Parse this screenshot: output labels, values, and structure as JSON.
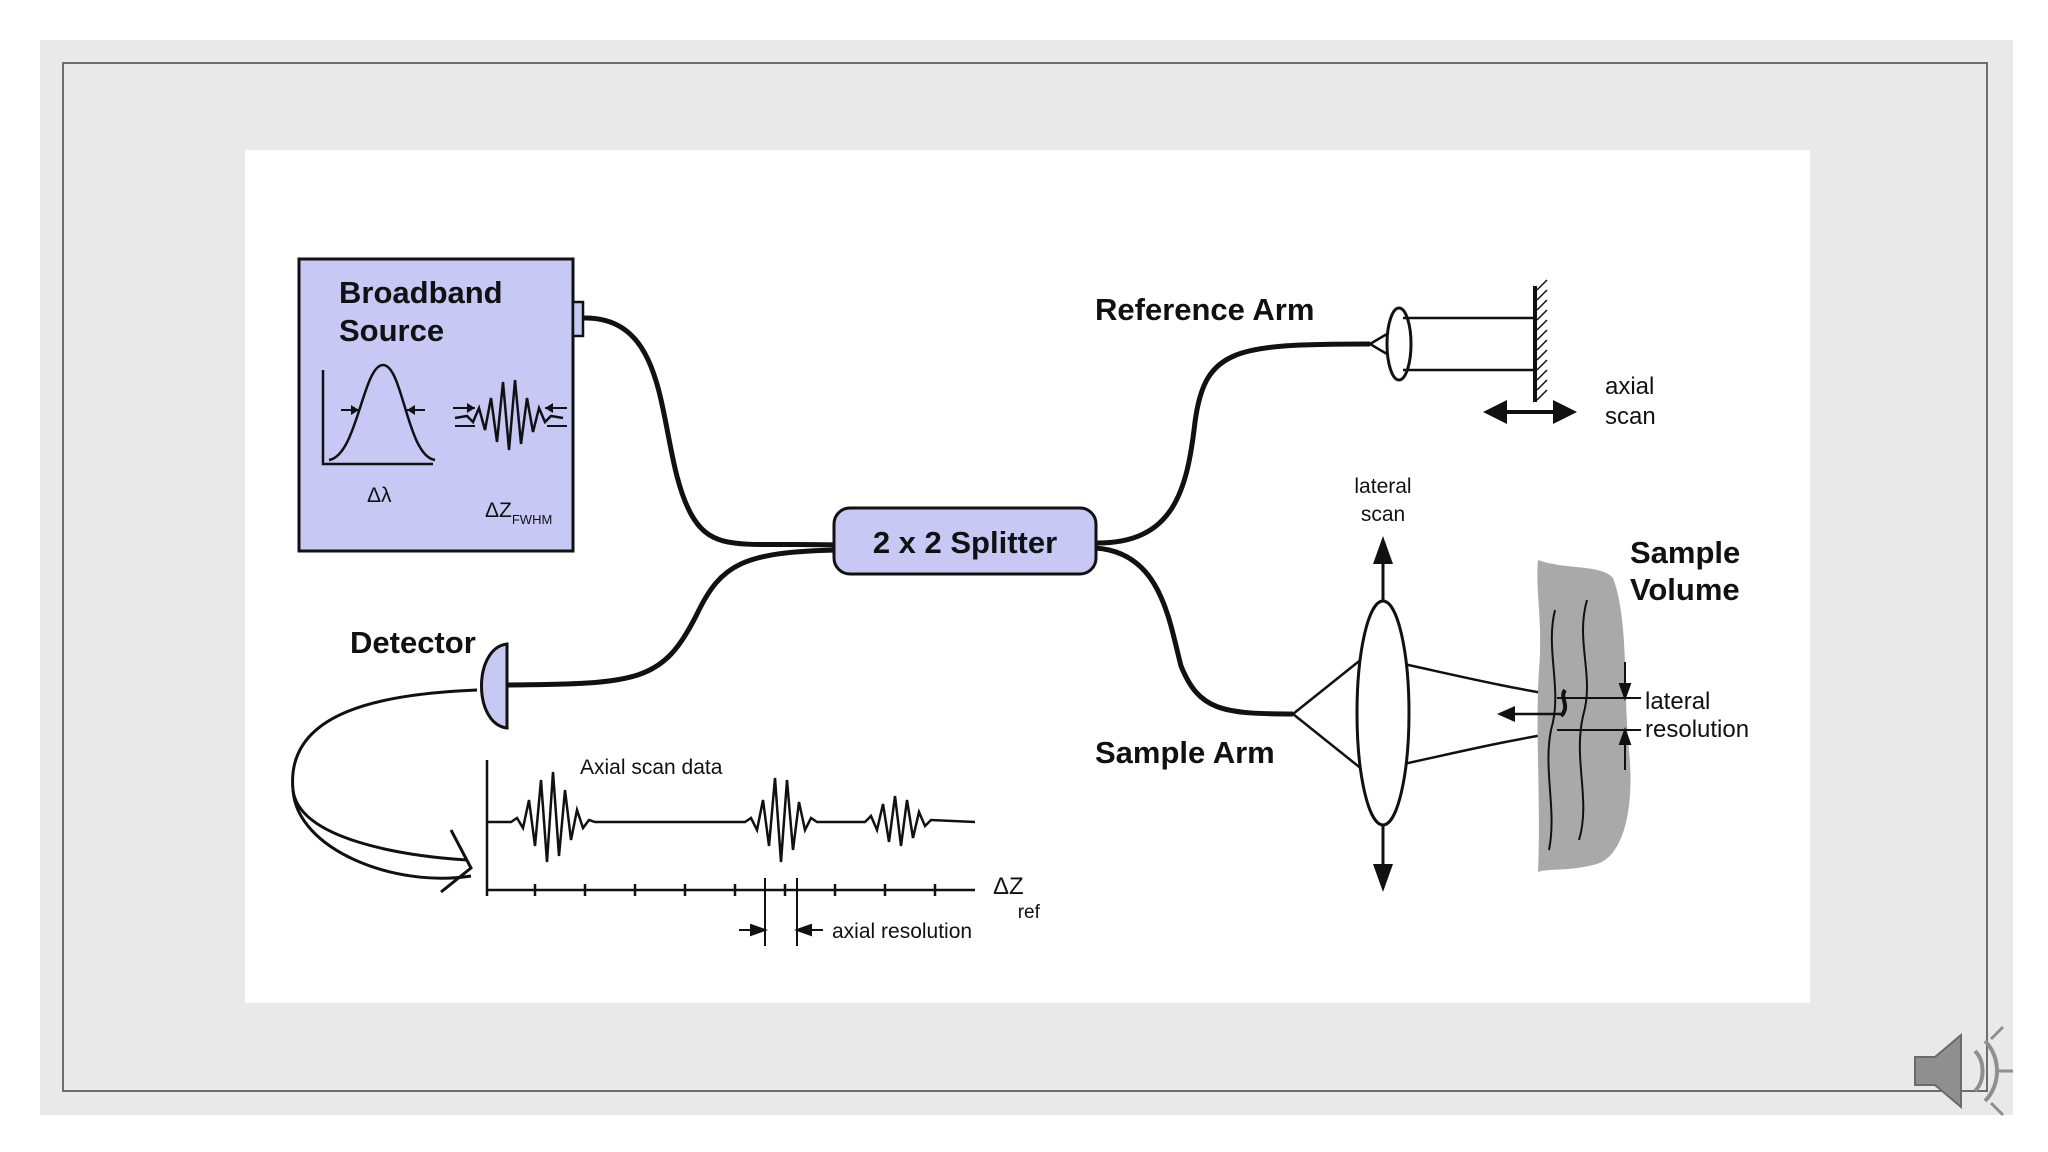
{
  "diagram": {
    "source_label_line1": "Broadband",
    "source_label_line2": "Source",
    "delta_lambda": "Δλ",
    "delta_z_fwhm_base": "ΔZ",
    "delta_z_fwhm_sub": "FWHM",
    "splitter_label": "2 x 2 Splitter",
    "reference_arm": "Reference Arm",
    "axial_scan_line1": "axial",
    "axial_scan_line2": "scan",
    "detector": "Detector",
    "sample_arm": "Sample Arm",
    "lateral_scan_line1": "lateral",
    "lateral_scan_line2": "scan",
    "sample_volume_line1": "Sample",
    "sample_volume_line2": "Volume",
    "lateral_resolution_line1": "lateral",
    "lateral_resolution_line2": "resolution",
    "axial_scan_data": "Axial scan data",
    "delta_z_ref_base": "ΔZ",
    "delta_z_ref_sub": "ref",
    "axial_resolution": "axial resolution"
  },
  "colors": {
    "slide_background": "#e9e9e9",
    "box_fill": "#c8c8f4",
    "sample_tissue": "#a9a9a9",
    "line": "#111111"
  },
  "controls": {
    "speaker_icon": "speaker-icon"
  }
}
